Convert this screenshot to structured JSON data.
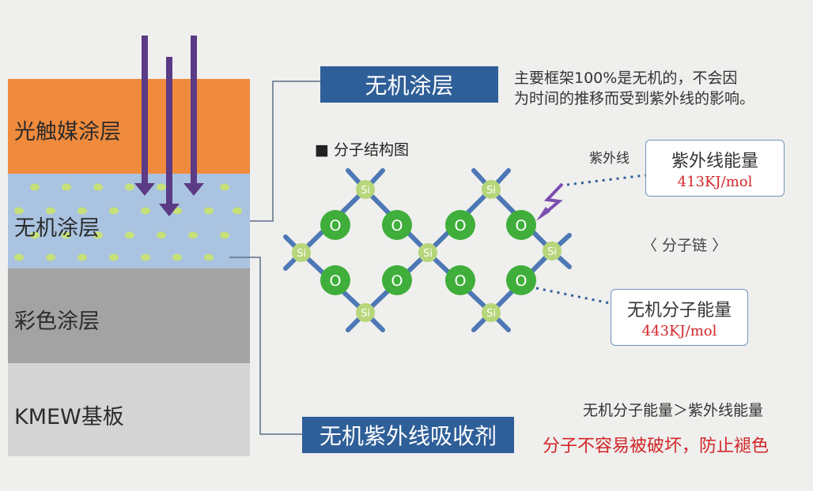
{
  "layers": [
    {
      "label": "光触媒涂层",
      "color": "#f08a3c"
    },
    {
      "label": "无机涂层",
      "color": "#a9c3e0"
    },
    {
      "label": "彩色涂层",
      "color": "#a3a3a3"
    },
    {
      "label": "KMEW基板",
      "color": "#d4d4d4"
    }
  ],
  "callouts": {
    "inorganic_coating": "无机涂层",
    "uv_absorber": "无机紫外线吸收剂"
  },
  "description": {
    "line1": "主要框架100%是无机的，不会因",
    "line2": "为时间的推移而受到紫外线的影响。"
  },
  "structure_title": "■ 分子结构图",
  "uv_label": "紫外线",
  "uv_energy": {
    "title": "紫外线能量",
    "value": "413KJ/mol"
  },
  "molecular_chain": "〈 分子链 〉",
  "inorganic_energy": {
    "title": "无机分子能量",
    "value": "443KJ/mol"
  },
  "comparison": "无机分子能量＞紫外线能量",
  "conclusion": "分子不容易被破坏，防止褪色",
  "atoms": {
    "si": "Si",
    "o": "O"
  },
  "colors": {
    "accent_blue": "#2f5f98",
    "arrow_purple": "#5b3a86",
    "bond_blue": "#4d78b5",
    "oxygen_green": "#3fae3a",
    "silicon_green": "#b7d67a",
    "warning_red": "#d2262a"
  }
}
